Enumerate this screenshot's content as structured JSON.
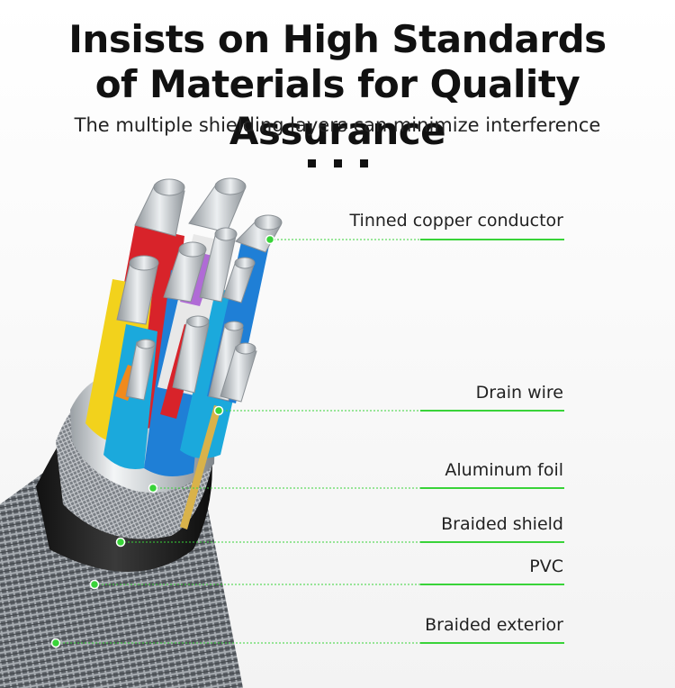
{
  "headline": {
    "line1": "Insists on High Standards",
    "line2": "of Materials for Quality Assurance"
  },
  "subtitle": "The multiple shielding layers can minimize interference",
  "callouts": [
    {
      "id": "conductor",
      "label": "Tinned copper conductor"
    },
    {
      "id": "drain",
      "label": "Drain wire"
    },
    {
      "id": "foil",
      "label": "Aluminum foil"
    },
    {
      "id": "shield",
      "label": "Braided shield"
    },
    {
      "id": "pvc",
      "label": "PVC"
    },
    {
      "id": "exterior",
      "label": "Braided exterior"
    }
  ],
  "colors": {
    "leader_line": "#39d339",
    "callout_dot": "#39d339",
    "wire_red": "#d8232a",
    "wire_yellow": "#f2d21c",
    "wire_blue": "#1f7fd6",
    "wire_cyan": "#1ba9dc",
    "wire_purple": "#b06bd6",
    "wire_orange": "#f08a1c",
    "braid": "#6f7479",
    "pvc": "#1c1c1c",
    "foil": "#d9dde0"
  }
}
